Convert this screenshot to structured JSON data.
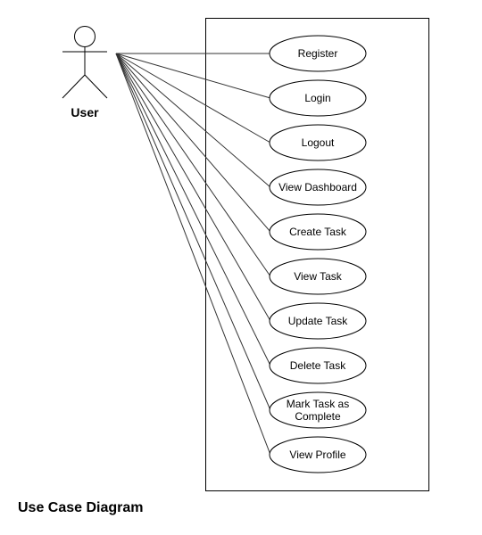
{
  "actor": {
    "label": "User"
  },
  "use_cases": [
    {
      "id": "register",
      "lines": [
        "Register"
      ]
    },
    {
      "id": "login",
      "lines": [
        "Login"
      ]
    },
    {
      "id": "logout",
      "lines": [
        "Logout"
      ]
    },
    {
      "id": "view-dashboard",
      "lines": [
        "View Dashboard"
      ]
    },
    {
      "id": "create-task",
      "lines": [
        "Create Task"
      ]
    },
    {
      "id": "view-task",
      "lines": [
        "View Task"
      ]
    },
    {
      "id": "update-task",
      "lines": [
        "Update Task"
      ]
    },
    {
      "id": "delete-task",
      "lines": [
        "Delete Task"
      ]
    },
    {
      "id": "mark-task-complete",
      "lines": [
        "Mark Task as",
        "Complete"
      ]
    },
    {
      "id": "view-profile",
      "lines": [
        "View Profile"
      ]
    }
  ],
  "caption": "Use Case Diagram",
  "colors": {
    "stroke": "#000000",
    "line": "#333333",
    "fill": "#ffffff",
    "text": "#000000"
  }
}
